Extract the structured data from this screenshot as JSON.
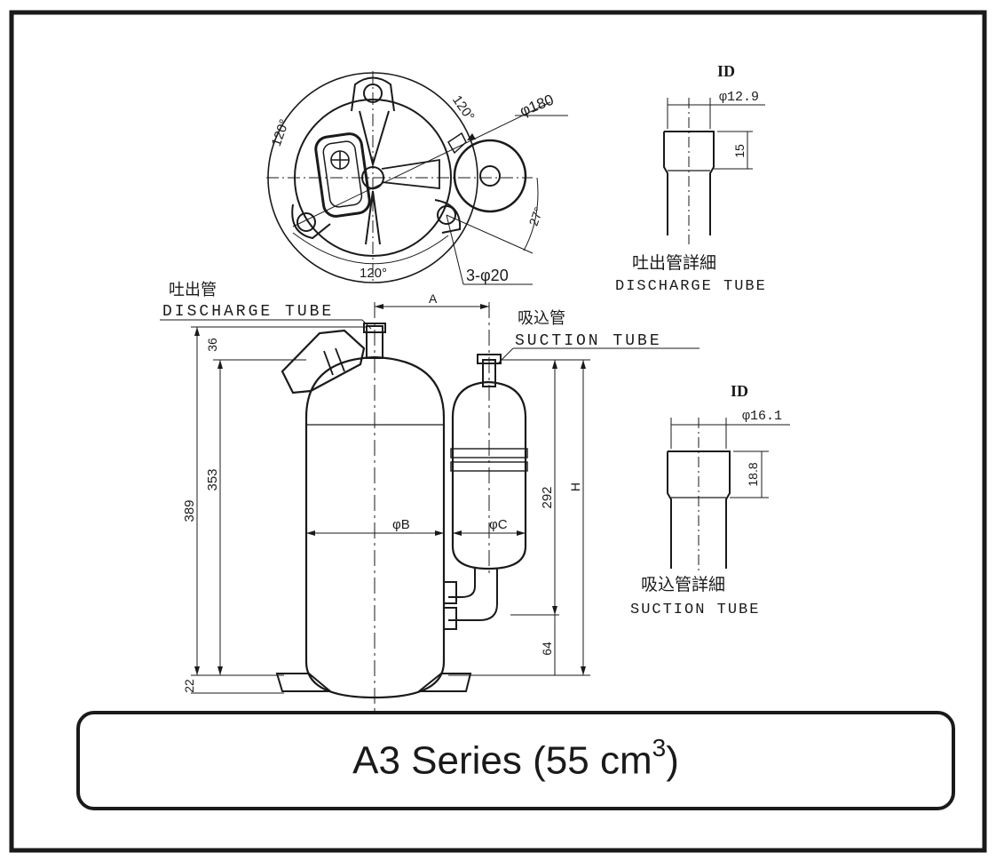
{
  "top_view": {
    "angle_1": "120°",
    "angle_2": "120°",
    "angle_3": "120°",
    "diameter": "φ180",
    "angle_4": "27°",
    "holes": "3-φ20"
  },
  "main_view": {
    "discharge_tube_jp": "吐出管",
    "discharge_tube_en": "DISCHARGE TUBE",
    "suction_tube_jp": "吸込管",
    "suction_tube_en": "SUCTION TUBE",
    "dim_a": "A",
    "dim_b": "φB",
    "dim_c": "φC",
    "dim_h": "H",
    "dim_389": "389",
    "dim_353": "353",
    "dim_36": "36",
    "dim_22": "22",
    "dim_292": "292",
    "dim_64": "64"
  },
  "discharge_detail": {
    "id_label": "ID",
    "diameter": "φ12.9",
    "depth": "15",
    "title_jp": "吐出管詳細",
    "title_en": "DISCHARGE TUBE"
  },
  "suction_detail": {
    "id_label": "ID",
    "diameter": "φ16.1",
    "depth": "18.8",
    "title_jp": "吸込管詳細",
    "title_en": "SUCTION TUBE"
  },
  "caption": {
    "title": "A3 Series (55 cm",
    "superscript": "3",
    "suffix": ")"
  }
}
